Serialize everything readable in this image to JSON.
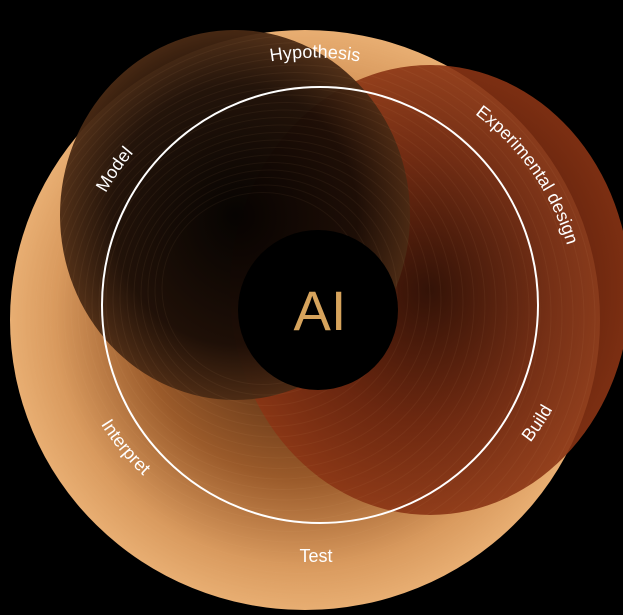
{
  "center_label": "AI",
  "cycle_steps": [
    {
      "id": "hypothesis",
      "label": "Hypothesis"
    },
    {
      "id": "experimental-design",
      "label": "Experimental design"
    },
    {
      "id": "build",
      "label": "Build"
    },
    {
      "id": "test",
      "label": "Test"
    },
    {
      "id": "interpret",
      "label": "Interpret"
    },
    {
      "id": "model",
      "label": "Model"
    }
  ],
  "colors": {
    "background": "#000000",
    "orange_swirl_light": "#e8a868",
    "orange_swirl_dark": "#8a4a1e",
    "red_swirl": "#7a2a10",
    "ring": "#ffffff",
    "center_text": "#d6a35c"
  }
}
